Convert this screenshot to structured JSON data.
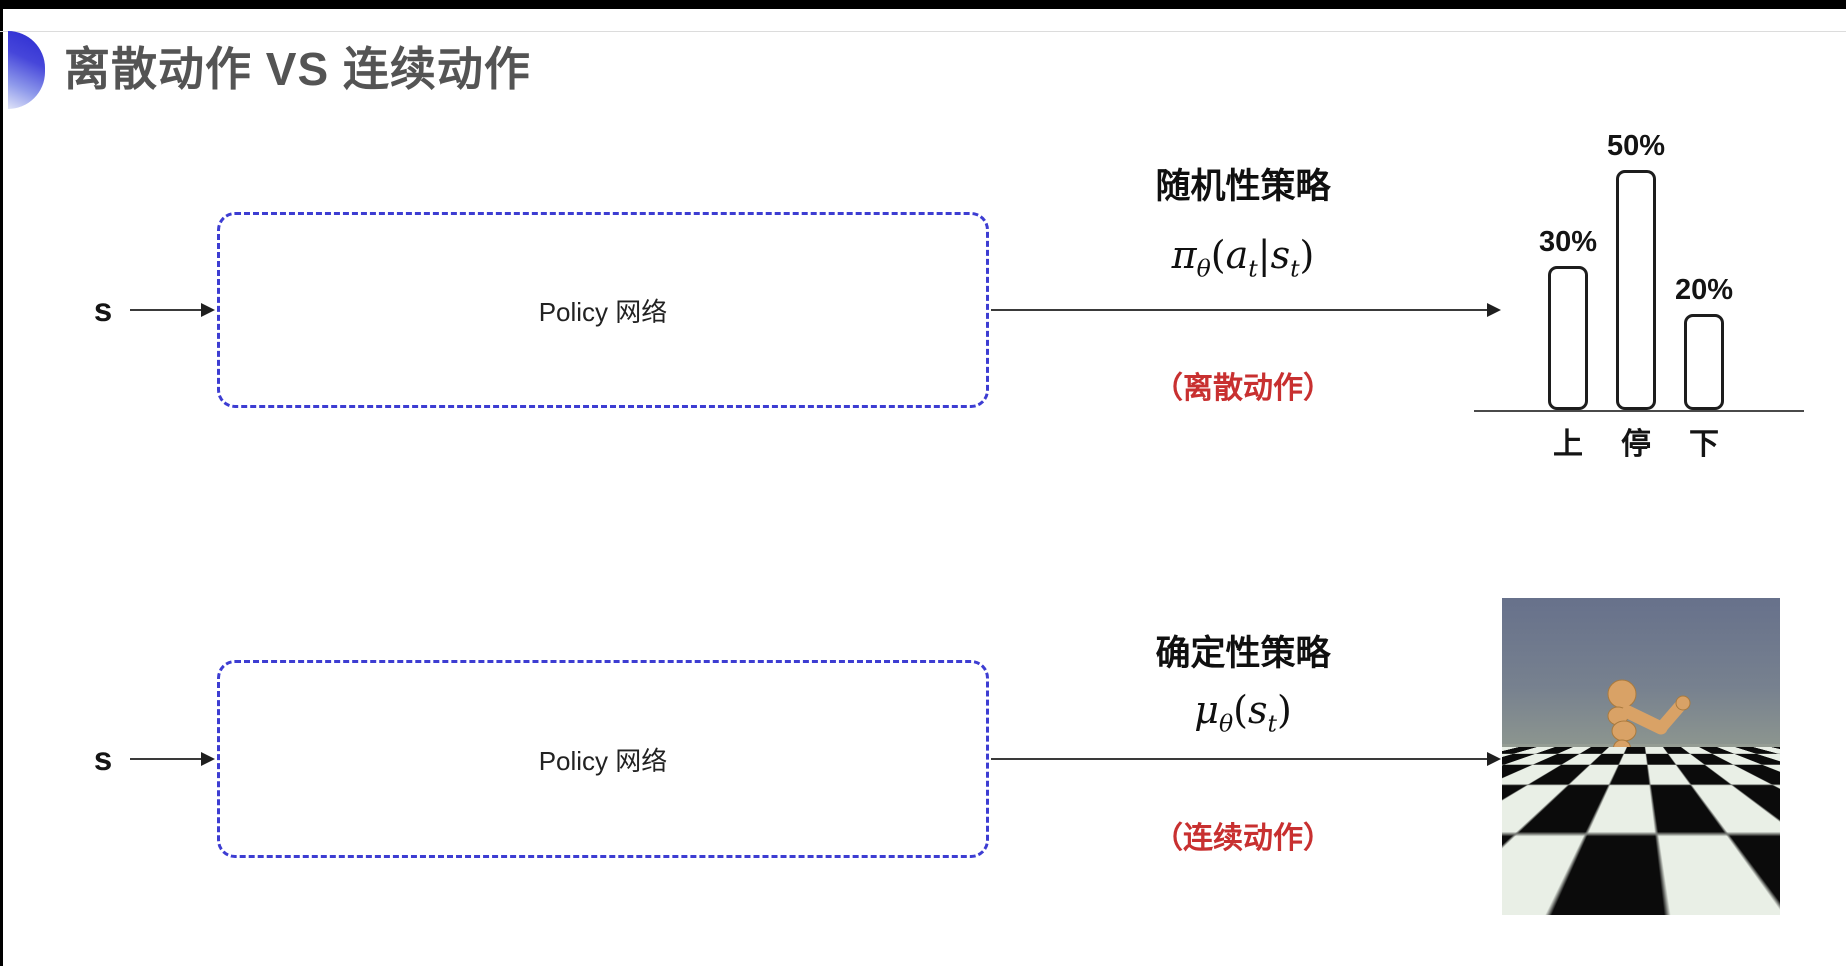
{
  "slide": {
    "title": "离散动作 VS 连续动作"
  },
  "top_flow": {
    "input_label": "s",
    "box_label": "Policy 网络",
    "policy_title": "随机性策略",
    "action_type": "（离散动作）",
    "formula": {
      "sym": "π",
      "sym_sub": "θ",
      "open": "(",
      "arg1": "a",
      "arg1_sub": "t",
      "bar": "|",
      "arg2": "s",
      "arg2_sub": "t",
      "close": ")"
    }
  },
  "bottom_flow": {
    "input_label": "s",
    "box_label": "Policy 网络",
    "policy_title": "确定性策略",
    "action_type": "（连续动作）",
    "formula": {
      "sym": "μ",
      "sym_sub": "θ",
      "open": "(",
      "arg1": "s",
      "arg1_sub": "t",
      "close": ")"
    }
  },
  "chart_data": {
    "type": "bar",
    "categories": [
      "上",
      "停",
      "下"
    ],
    "values": [
      30,
      50,
      20
    ],
    "value_labels": [
      "30%",
      "50%",
      "20%"
    ],
    "title": "",
    "xlabel": "",
    "ylabel": "",
    "ylim": [
      0,
      60
    ],
    "grid": false,
    "legend_position": "none",
    "bar_fill": "#ffffff",
    "bar_stroke": "#1d1d1d"
  },
  "output_visuals": {
    "discrete": "probability-bar-chart",
    "continuous": "mujoco-humanoid-on-checkerboard-floor"
  },
  "colors": {
    "policy_box_border": "#3d3dd2",
    "action_label_red": "#c83030",
    "title_gray": "#545454",
    "bullet_blue": "#2e2ed2"
  }
}
